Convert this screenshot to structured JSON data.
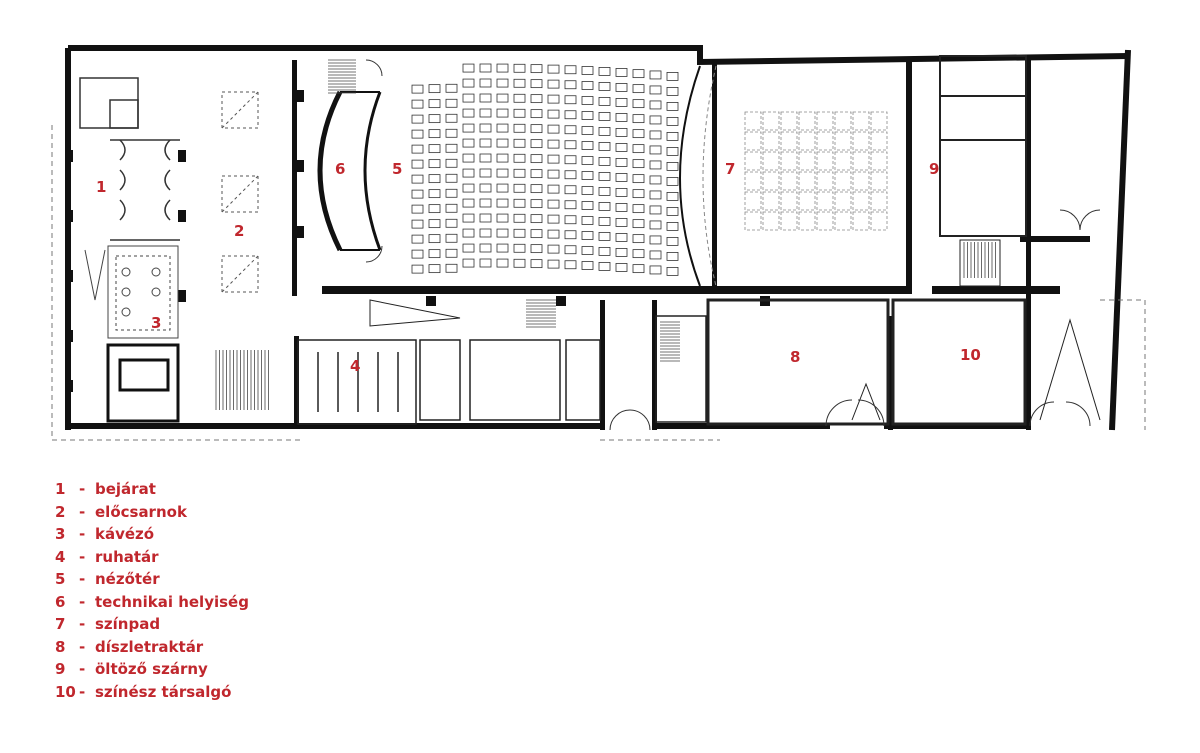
{
  "colors": {
    "label": "#c0272d",
    "wall": "#111111",
    "line": "#555555"
  },
  "rooms": [
    {
      "num": "1",
      "name": "bejárat"
    },
    {
      "num": "2",
      "name": "előcsarnok"
    },
    {
      "num": "3",
      "name": "kávézó"
    },
    {
      "num": "4",
      "name": "ruhatár"
    },
    {
      "num": "5",
      "name": "nézőtér"
    },
    {
      "num": "6",
      "name": "technikai helyiség"
    },
    {
      "num": "7",
      "name": "színpad"
    },
    {
      "num": "8",
      "name": "díszletraktár"
    },
    {
      "num": "9",
      "name": "öltöző szárny"
    },
    {
      "num": "10",
      "name": "színész társalgó"
    }
  ],
  "legend_separator": "-"
}
